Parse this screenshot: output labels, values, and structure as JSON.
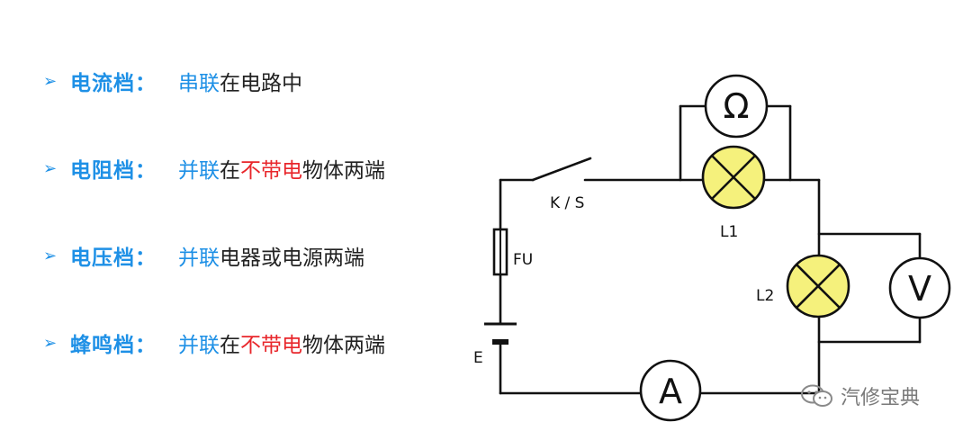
{
  "rules": [
    {
      "key": "电流档：",
      "parts": [
        {
          "text": "串联",
          "color": "blue"
        },
        {
          "text": "在电路中",
          "color": "black"
        }
      ]
    },
    {
      "key": "电阻档：",
      "parts": [
        {
          "text": "并联",
          "color": "blue"
        },
        {
          "text": "在",
          "color": "black"
        },
        {
          "text": "不带电",
          "color": "red"
        },
        {
          "text": "物体两端",
          "color": "black"
        }
      ]
    },
    {
      "key": "电压档：",
      "parts": [
        {
          "text": "并联",
          "color": "blue"
        },
        {
          "text": "电器或电源两端",
          "color": "black"
        }
      ]
    },
    {
      "key": "蜂鸣档：",
      "parts": [
        {
          "text": "并联",
          "color": "blue"
        },
        {
          "text": "在",
          "color": "black"
        },
        {
          "text": "不带电",
          "color": "red"
        },
        {
          "text": "物体两端",
          "color": "black"
        }
      ]
    }
  ],
  "bullet_glyph": "➢",
  "circuit": {
    "switch_label": "K / S",
    "fuse_label": "FU",
    "battery_label": "E",
    "lamp1_label": "L1",
    "lamp2_label": "L2",
    "ohm_symbol": "Ω",
    "volt_symbol": "V",
    "amp_symbol": "A"
  },
  "watermark": {
    "text": "汽修宝典",
    "icon": "wechat-icon"
  },
  "colors": {
    "accent": "#1e90e6",
    "highlight": "#e8262b",
    "lamp_fill": "#f5f17c",
    "text": "#222222"
  }
}
